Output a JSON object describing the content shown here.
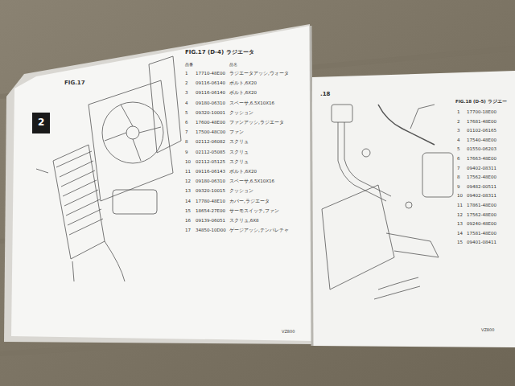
{
  "diagram": {
    "title": "FIG.17 (D-4) ラジエータ",
    "labels": [
      "FIG.17",
      "2",
      "品番",
      "品名",
      "1",
      "17710-48E00",
      "ラジエータアッシ,ウォータ",
      "2",
      "09116-06140",
      "ボルト,6X20",
      "3",
      "09116-06140",
      "ボルト,6X20",
      "4",
      "09180-06310",
      "スペーサ,6.5X10X16",
      "5",
      "09320-10001",
      "クッション",
      "6",
      "17600-48E00",
      "ファンアッシ,ラジエータ",
      "7",
      "17500-48C00",
      "ファン",
      "8",
      "02112-06082",
      "スクリュ",
      "9",
      "02112-05085",
      "スクリュ",
      "10",
      "02112-05125",
      "スクリュ",
      "11",
      "09116-06143",
      "ボルト,6X20",
      "12",
      "09180-06310",
      "スペーサ,6.5X10X16",
      "13",
      "09320-10015",
      "クッション",
      "14",
      "17780-48E10",
      "カバー,ラジエータ",
      "15",
      "18654-27E00",
      "サーモスイッチ,ファン",
      "16",
      "09139-06051",
      "スクリュ,6X8",
      "17",
      "34850-10D00",
      "ゲージアッシ,テンパレチャ",
      ".18",
      "FIG.18 (D-5) ラジエー",
      "1",
      "17700-18E00",
      "2",
      "17681-48E00",
      "3",
      "01102-06165",
      "4",
      "17540-48E00",
      "5",
      "01550-06203",
      "6",
      "17663-48E00",
      "7",
      "09402-08311",
      "8",
      "17562-48E00",
      "9",
      "09482-00511",
      "10",
      "09402-08311",
      "11",
      "17861-48E00",
      "12",
      "17562-48E00",
      "13",
      "09240-48E00",
      "14",
      "17581-48E00",
      "15",
      "09401-08411",
      "VZ800",
      "VZ800"
    ]
  }
}
